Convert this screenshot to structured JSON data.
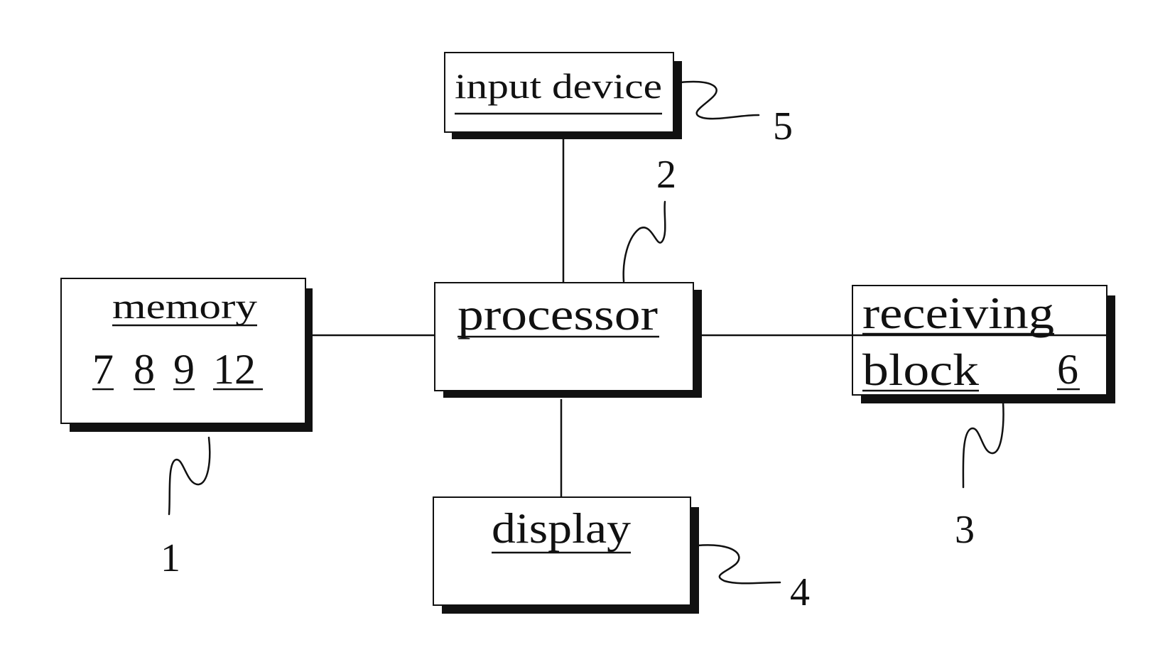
{
  "blocks": {
    "input_device": {
      "label": "input device",
      "ref": "5"
    },
    "processor": {
      "label": "processor",
      "ref": "2"
    },
    "memory": {
      "label": "memory",
      "ref": "1",
      "parts": [
        "7",
        "8",
        "9",
        "12"
      ]
    },
    "receiving_block": {
      "label_line1": "receiving",
      "label_line2": "block",
      "part": "6",
      "ref": "3"
    },
    "display": {
      "label": "display",
      "ref": "4"
    }
  },
  "connections": [
    [
      "processor",
      "input_device"
    ],
    [
      "processor",
      "memory"
    ],
    [
      "processor",
      "receiving_block"
    ],
    [
      "processor",
      "display"
    ]
  ]
}
